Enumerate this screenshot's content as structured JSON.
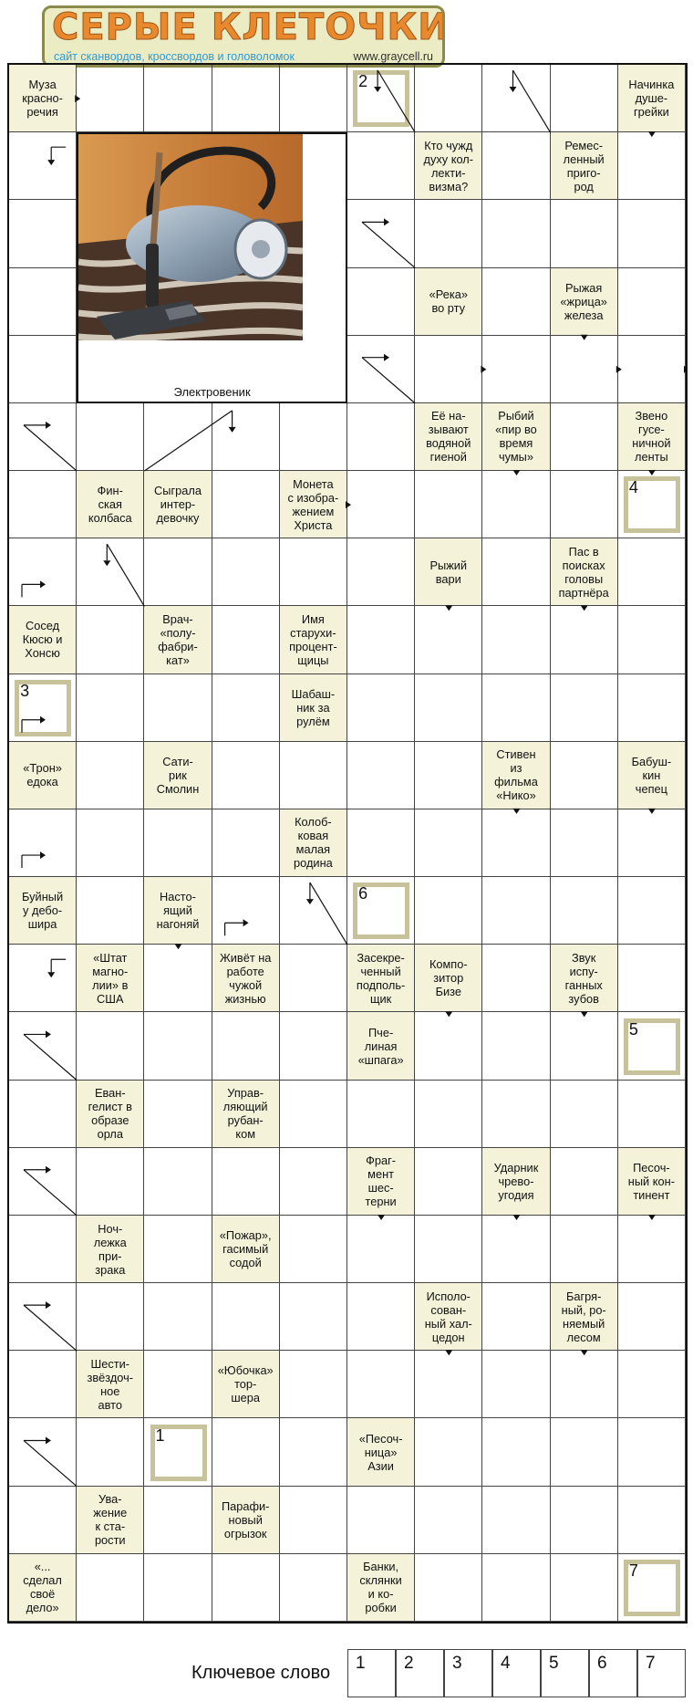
{
  "logo": {
    "title": "СЕРЫЕ КЛЕТОЧКИ",
    "subtitle": "сайт сканвордов, кроссвордов и головоломок",
    "url": "www.graycell.ru"
  },
  "photo": {
    "caption": "Электровеник",
    "image_name": "vacuum-cleaner-on-carpet"
  },
  "clues": [
    {
      "row": 0,
      "col": 0,
      "text": "Муза\nкрасно-\nречия"
    },
    {
      "row": 0,
      "col": 9,
      "text": "Начинка\nдуше-\nгрейки"
    },
    {
      "row": 1,
      "col": 6,
      "text": "Кто чужд\nдуху кол-\nлекти-\nвизма?"
    },
    {
      "row": 1,
      "col": 8,
      "text": "Ремес-\nленный\nприго-\nрод"
    },
    {
      "row": 3,
      "col": 6,
      "text": "«Река»\nво рту"
    },
    {
      "row": 3,
      "col": 8,
      "text": "Рыжая\n«жрица»\nжелеза"
    },
    {
      "row": 5,
      "col": 6,
      "text": "Её на-\nзывают\nводяной\nгиеной"
    },
    {
      "row": 5,
      "col": 7,
      "text": "Рыбий\n«пир во\nвремя\nчумы»"
    },
    {
      "row": 5,
      "col": 9,
      "text": "Звено\nгусе-\nничной\nленты"
    },
    {
      "row": 6,
      "col": 1,
      "text": "Фин-\nская\nколбаса"
    },
    {
      "row": 6,
      "col": 2,
      "text": "Сыграла\nинтер-\nдевочку"
    },
    {
      "row": 6,
      "col": 4,
      "text": "Монета\nс изобра-\nжением\nХриста"
    },
    {
      "row": 7,
      "col": 6,
      "text": "Рыжий\nвари"
    },
    {
      "row": 7,
      "col": 8,
      "text": "Пас в\nпоисках\nголовы\nпартнёра"
    },
    {
      "row": 8,
      "col": 0,
      "text": "Сосед\nКюсю и\nХонсю"
    },
    {
      "row": 8,
      "col": 2,
      "text": "Врач-\n«полу-\nфабри-\nкат»"
    },
    {
      "row": 8,
      "col": 4,
      "text": "Имя\nстарухи-\nпроцент-\nщицы"
    },
    {
      "row": 9,
      "col": 4,
      "text": "Шабаш-\nник за\nрулём"
    },
    {
      "row": 10,
      "col": 0,
      "text": "«Трон»\nедока"
    },
    {
      "row": 10,
      "col": 2,
      "text": "Сати-\nрик\nСмолин"
    },
    {
      "row": 10,
      "col": 7,
      "text": "Стивен\nиз\nфильма\n«Нико»"
    },
    {
      "row": 10,
      "col": 9,
      "text": "Бабуш-\nкин\nчепец"
    },
    {
      "row": 11,
      "col": 4,
      "text": "Колоб-\nковая\nмалая\nродина"
    },
    {
      "row": 12,
      "col": 0,
      "text": "Буйный\nу дебо-\nшира"
    },
    {
      "row": 12,
      "col": 2,
      "text": "Насто-\nящий\nнагоняй"
    },
    {
      "row": 13,
      "col": 1,
      "text": "«Штат\nмагно-\nлии» в\nСША"
    },
    {
      "row": 13,
      "col": 3,
      "text": "Живёт на\nработе\nчужой\nжизнью"
    },
    {
      "row": 13,
      "col": 5,
      "text": "Засекре-\nченный\nподполь-\nщик"
    },
    {
      "row": 13,
      "col": 6,
      "text": "Компо-\nзитор\nБизе"
    },
    {
      "row": 13,
      "col": 8,
      "text": "Звук\nиспу-\nганных\nзубов"
    },
    {
      "row": 14,
      "col": 5,
      "text": "Пче-\nлиная\n«шпага»"
    },
    {
      "row": 15,
      "col": 1,
      "text": "Еван-\nгелист в\nобразе\nорла"
    },
    {
      "row": 15,
      "col": 3,
      "text": "Управ-\nляющий\nрубан-\nком"
    },
    {
      "row": 16,
      "col": 5,
      "text": "Фраг-\nмент\nшес-\nтерни"
    },
    {
      "row": 16,
      "col": 7,
      "text": "Ударник\nчрево-\nугодия"
    },
    {
      "row": 16,
      "col": 9,
      "text": "Песоч-\nный кон-\nтинент"
    },
    {
      "row": 17,
      "col": 1,
      "text": "Ноч-\nлежка\nпри-\nзрака"
    },
    {
      "row": 17,
      "col": 3,
      "text": "«Пожар»,\nгасимый\nсодой"
    },
    {
      "row": 18,
      "col": 6,
      "text": "Исполо-\nсован-\nный хал-\nцедон"
    },
    {
      "row": 18,
      "col": 8,
      "text": "Багря-\nный, ро-\nняемый\nлесом"
    },
    {
      "row": 19,
      "col": 1,
      "text": "Шести-\nзвёздоч-\nное\nавто"
    },
    {
      "row": 19,
      "col": 3,
      "text": "«Юбочка»\nтор-\nшера"
    },
    {
      "row": 20,
      "col": 5,
      "text": "«Песоч-\nница»\nАзии"
    },
    {
      "row": 21,
      "col": 1,
      "text": "Ува-\nжение\nк ста-\nрости"
    },
    {
      "row": 21,
      "col": 3,
      "text": "Парафи-\nновый\nогрызок"
    },
    {
      "row": 22,
      "col": 0,
      "text": "«...\nсделал\nсвоё\nдело»"
    },
    {
      "row": 22,
      "col": 5,
      "text": "Банки,\nсклянки\nи ко-\nробки"
    }
  ],
  "key_cells": [
    {
      "number": "1",
      "row": 20,
      "col": 2
    },
    {
      "number": "2",
      "row": 0,
      "col": 5
    },
    {
      "number": "3",
      "row": 9,
      "col": 0
    },
    {
      "number": "4",
      "row": 6,
      "col": 9
    },
    {
      "number": "5",
      "row": 14,
      "col": 9
    },
    {
      "number": "6",
      "row": 12,
      "col": 5
    },
    {
      "number": "7",
      "row": 22,
      "col": 9
    }
  ],
  "keyword": {
    "label": "Ключевое слово",
    "numbers": [
      "1",
      "2",
      "3",
      "4",
      "5",
      "6",
      "7"
    ]
  }
}
